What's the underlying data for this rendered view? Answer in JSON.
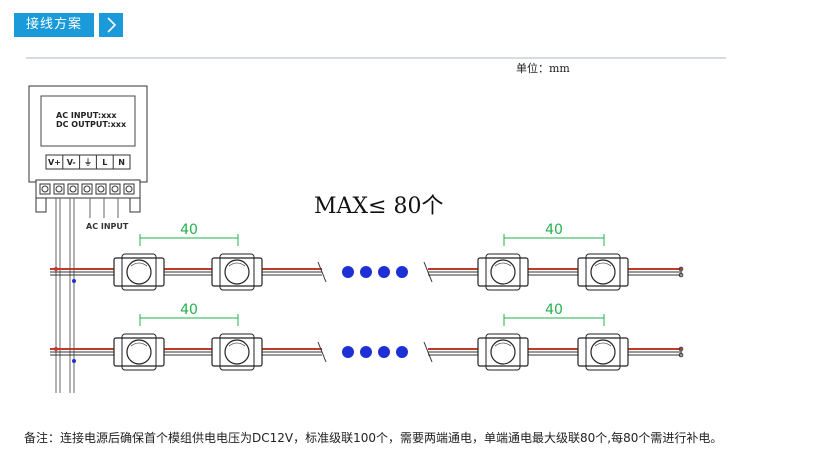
{
  "header": {
    "title": "接线方案"
  },
  "diagram": {
    "unit_label": "单位：mm",
    "psu_line1": "AC INPUT:xxx",
    "psu_line2": "DC OUTPUT:xxx",
    "terminals": [
      "V+",
      "V-",
      "⏚",
      "L",
      "N"
    ],
    "ac_input_label": "AC INPUT",
    "max_label": "MAX≤ 80个",
    "spacing_label": "40"
  },
  "footnote": "备注：连接电源后确保首个模组供电电压为DC12V，标准级联100个，需要两端通电，单端通电最大级联80个,每80个需进行补电。",
  "colors": {
    "accent": "#1a9ad9",
    "wire_red": "#c0392b",
    "dots": "#1f2fd6",
    "dimension": "#22b14c"
  }
}
